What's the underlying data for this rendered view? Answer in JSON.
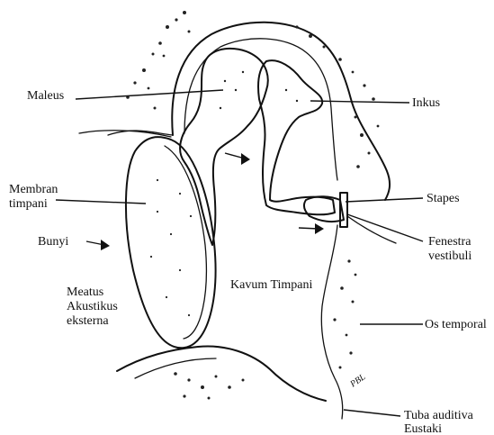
{
  "labels": {
    "maleus": "Maleus",
    "inkus": "Inkus",
    "membran_1": "Membran",
    "membran_2": "timpani",
    "stapes": "Stapes",
    "bunyi": "Bunyi",
    "fenestra_1": "Fenestra",
    "fenestra_2": "vestibuli",
    "meatus_1": "Meatus",
    "meatus_2": "Akustikus",
    "meatus_3": "eksterna",
    "kavum": "Kavum Timpani",
    "os_temporal": "Os temporal",
    "tuba_1": "Tuba auditiva",
    "tuba_2": "Eustaki",
    "signature": "PBL"
  }
}
